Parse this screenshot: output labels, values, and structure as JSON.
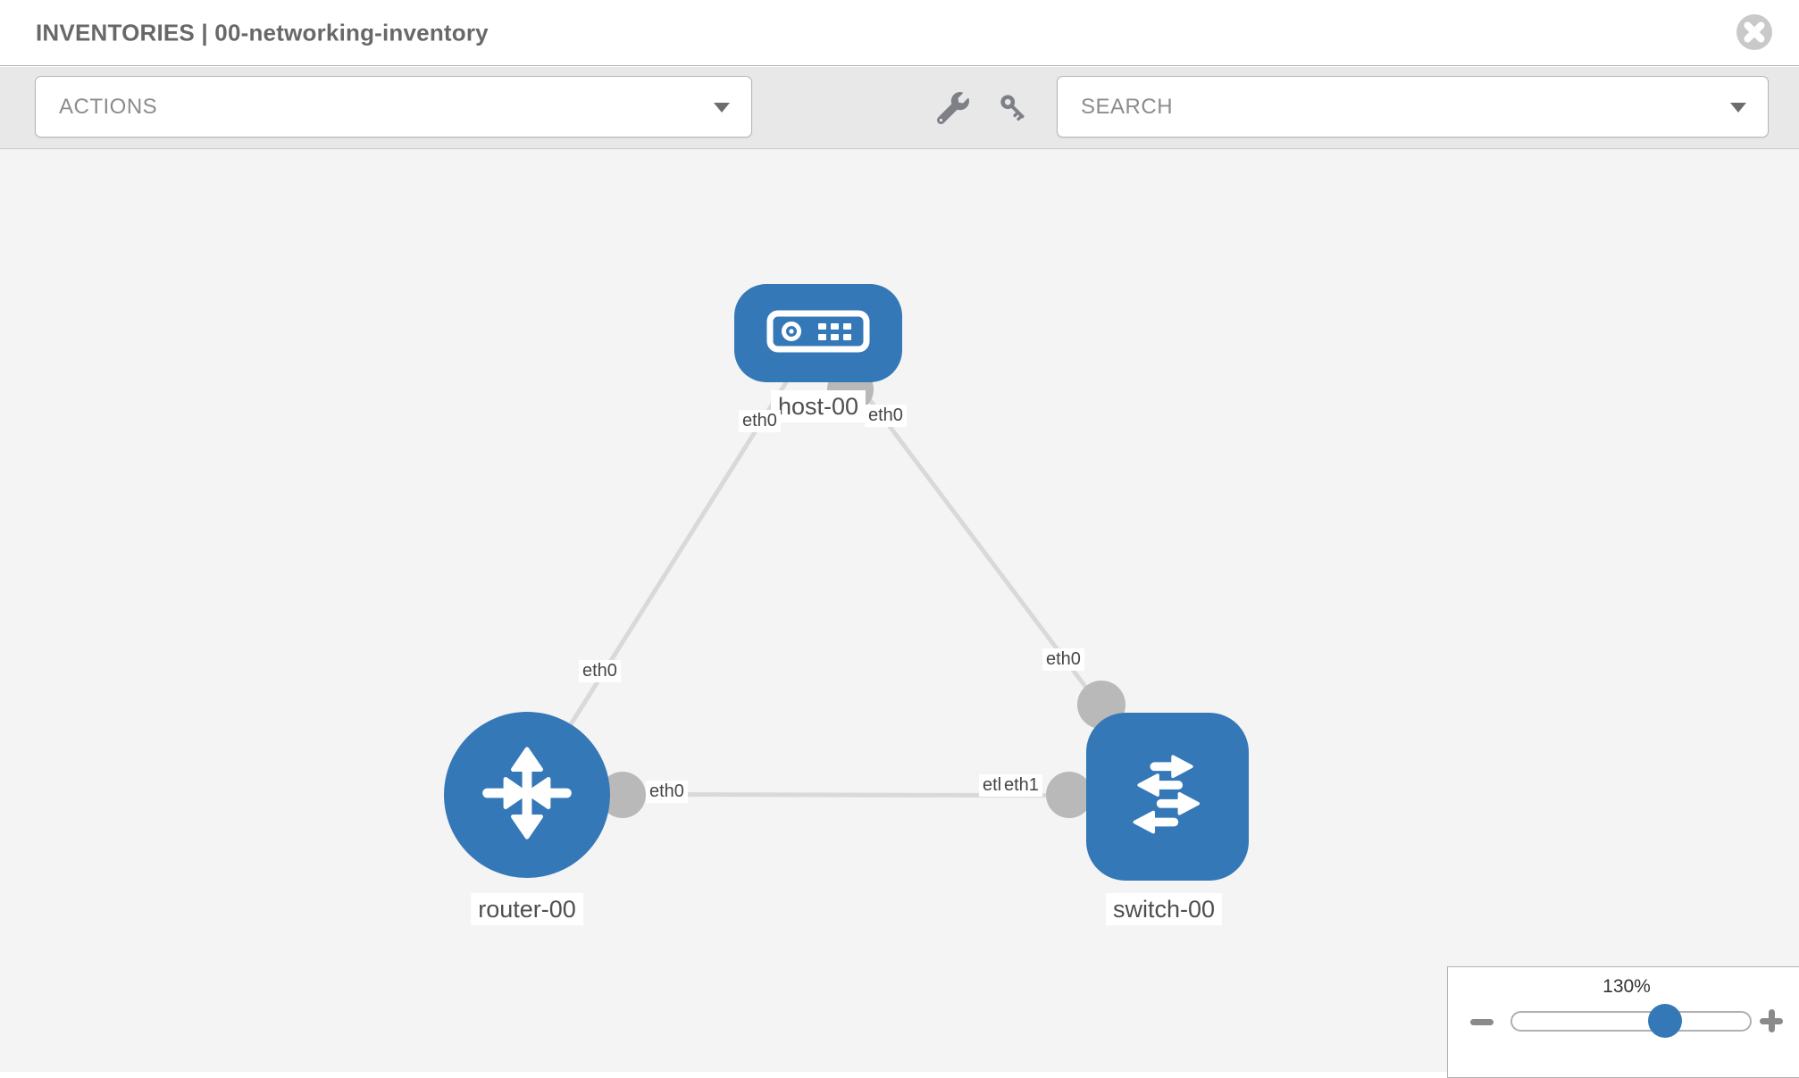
{
  "header": {
    "title": "INVENTORIES | 00-networking-inventory",
    "close_icon": "circle-x-icon"
  },
  "toolbar": {
    "actions": {
      "label": "ACTIONS"
    },
    "search": {
      "label": "SEARCH"
    },
    "tools": {
      "wrench": "wrench-icon",
      "key": "key-icon"
    }
  },
  "topology": {
    "nodes": [
      {
        "id": "host-00",
        "type": "host",
        "label": "host-00"
      },
      {
        "id": "router-00",
        "type": "router",
        "label": "router-00"
      },
      {
        "id": "switch-00",
        "type": "switch",
        "label": "switch-00"
      }
    ],
    "links": [
      {
        "source": "host-00",
        "target": "router-00",
        "source_interface": "eth0",
        "target_interface": "eth0"
      },
      {
        "source": "host-00",
        "target": "switch-00",
        "source_interface": "eth0",
        "target_interface": "eth0"
      },
      {
        "source": "router-00",
        "target": "switch-00",
        "source_interface": "eth0",
        "target_interface": "eth1"
      }
    ],
    "labels": {
      "host": "host-00",
      "router": "router-00",
      "switch": "switch-00",
      "host_if_left": "eth0",
      "host_if_right": "eth0",
      "router_if_top": "eth0",
      "router_if_right": "eth0",
      "switch_if_top": "eth0",
      "switch_if_left_back": "eth0",
      "switch_if_left_front": "eth1"
    }
  },
  "zoom_control": {
    "value": "130%",
    "percent": 130,
    "zoom_out_icon": "minus-icon",
    "zoom_in_icon": "plus-icon"
  },
  "colors": {
    "node_blue": "#3578b8",
    "port_gray": "#b9b9b9",
    "link_gray": "#d9d9d9",
    "canvas_bg": "#f4f4f4",
    "toolbar_bg": "#e8e8e8",
    "thumb_blue": "#3578b8"
  }
}
